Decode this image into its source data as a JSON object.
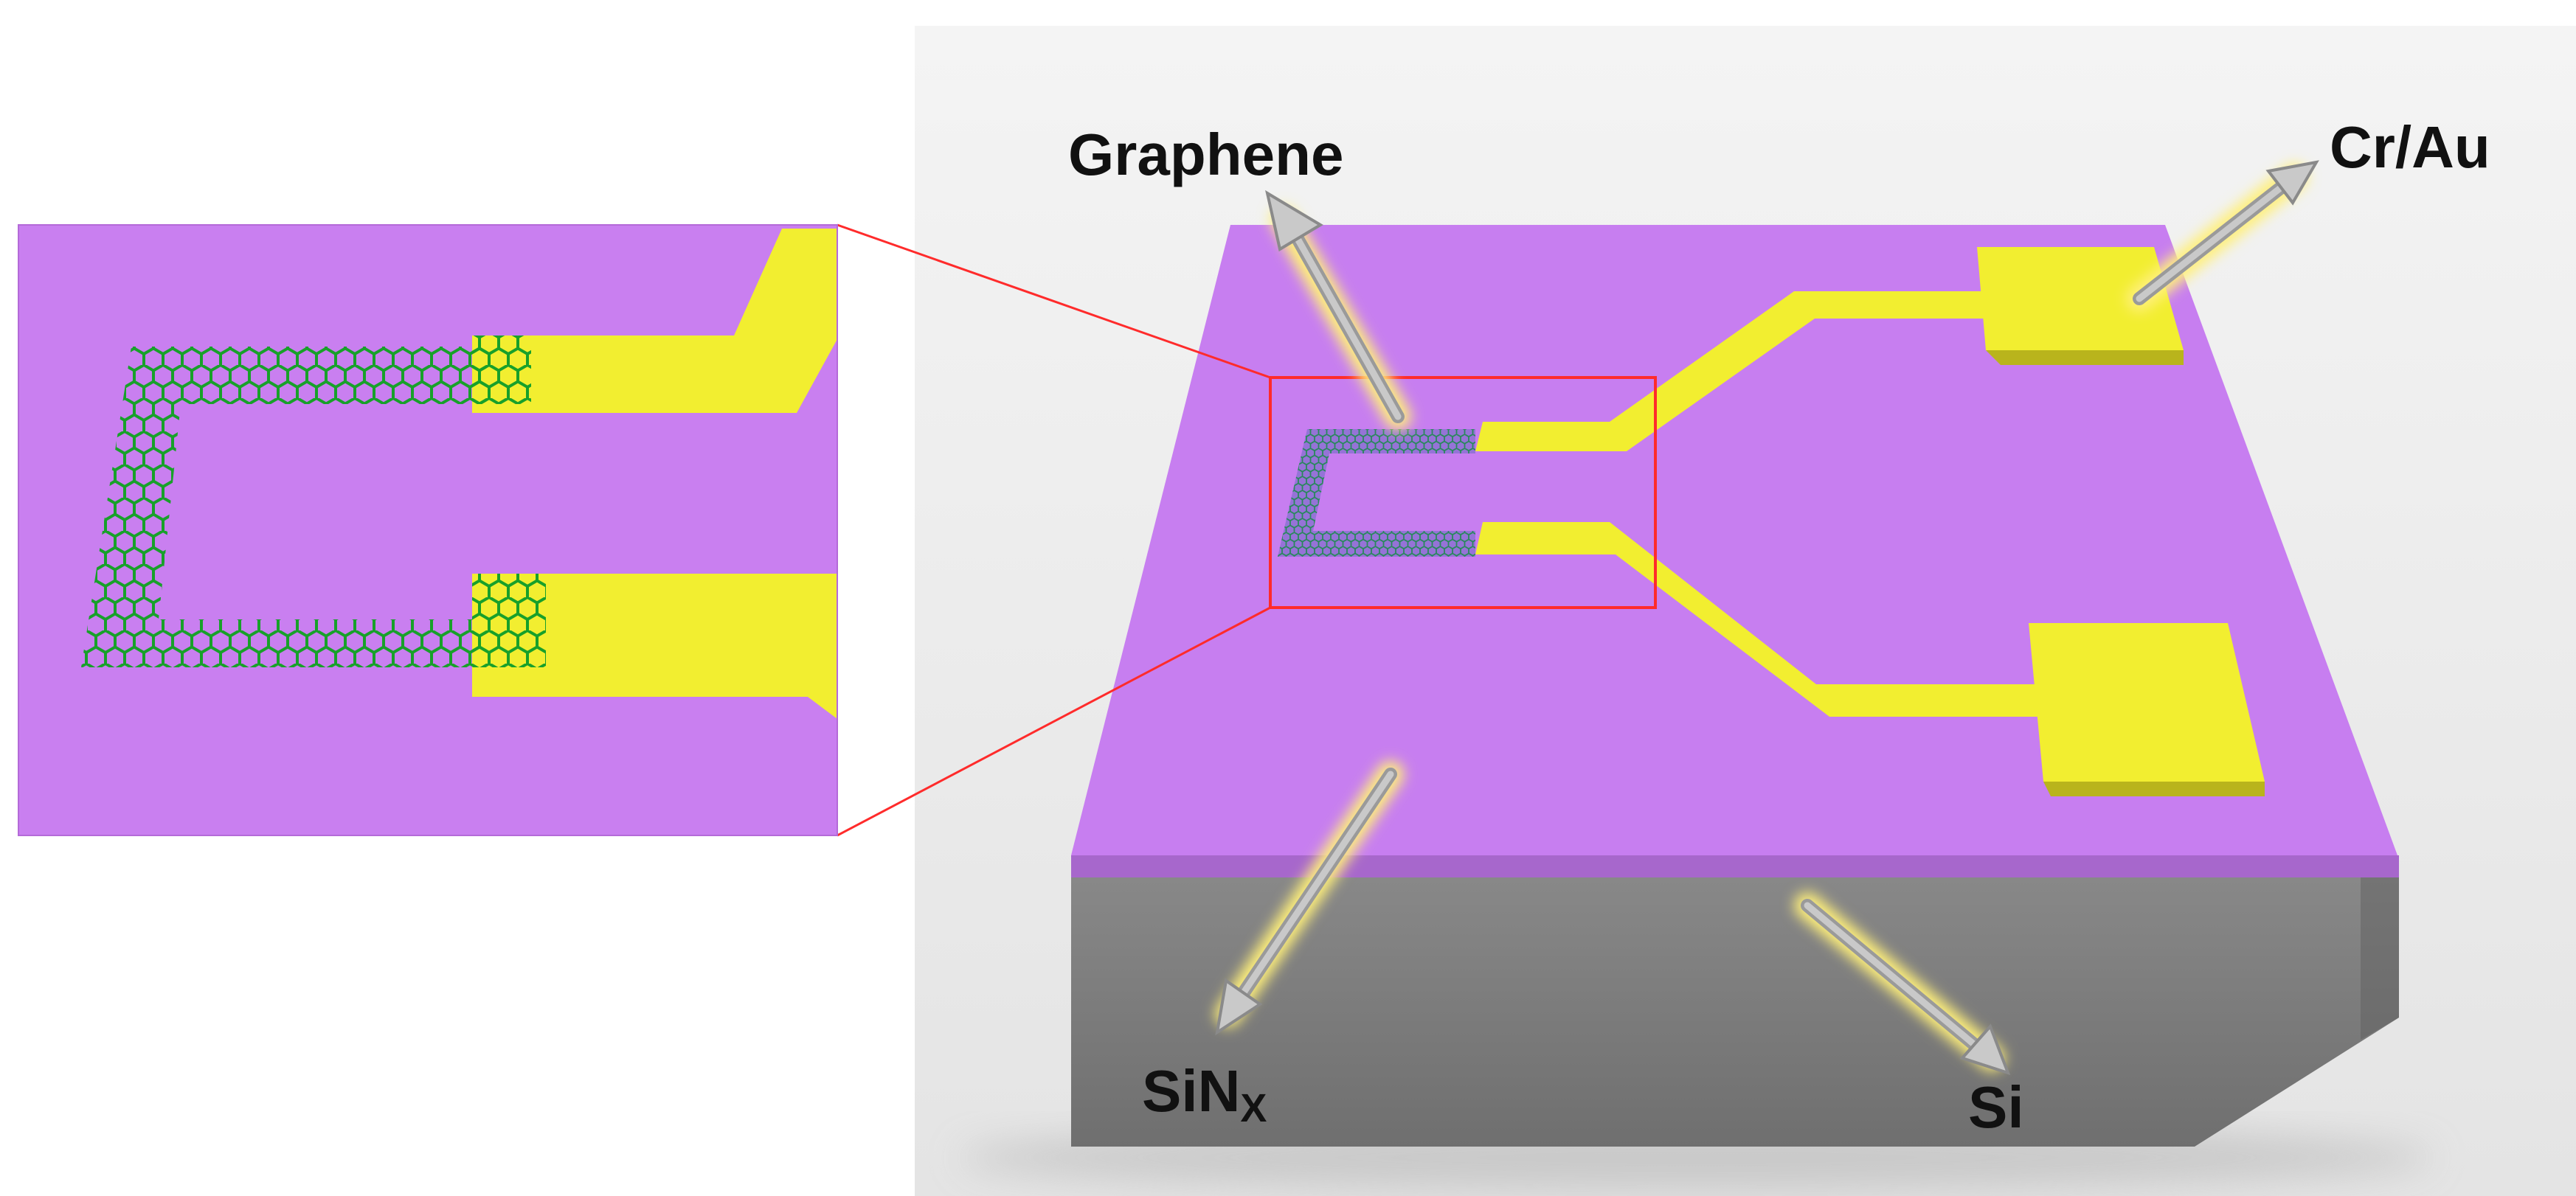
{
  "labels": {
    "graphene": "Graphene",
    "cr_au": "Cr/Au",
    "sinx_main": "SiN",
    "sinx_sub": "X",
    "si": "Si"
  },
  "colors": {
    "substrate_top": "#c77ef0",
    "substrate_side": "#7b7b7b",
    "inset_background": "#c97ff0",
    "electrode": "#f2ee30",
    "electrode_edge": "#b9b41c",
    "graphene_lattice": "#18a02a",
    "zoom_box": "#ff2b2b",
    "arrow_fill": "#c9c9c9",
    "arrow_glow": "#fff07a"
  }
}
